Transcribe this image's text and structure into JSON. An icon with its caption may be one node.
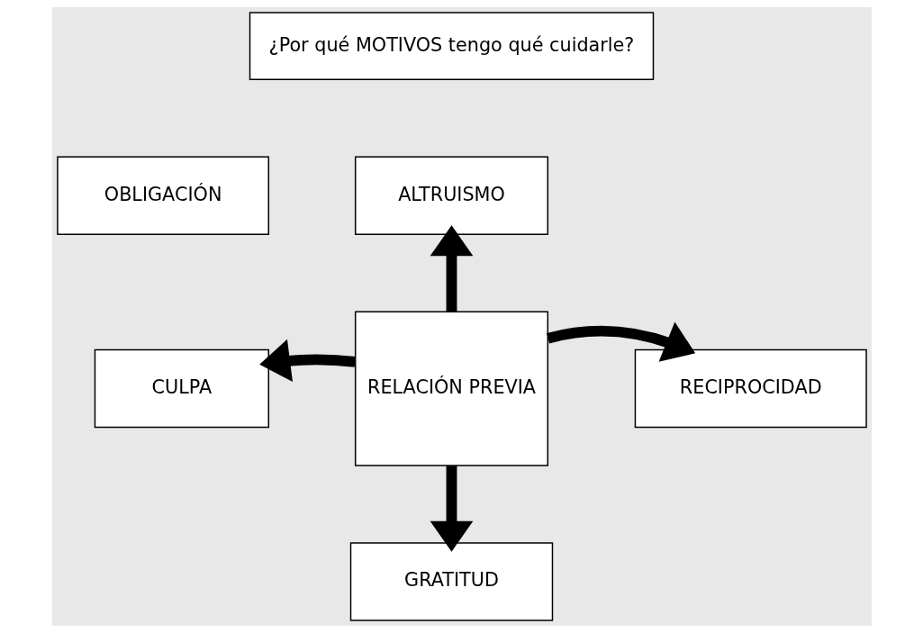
{
  "diagram": {
    "nodes": [
      {
        "text": [
          "¿Por qué MOTIVOS tengo qué cuidarle?"
        ]
      },
      {
        "text": [
          "ALTRUISMO"
        ]
      },
      {
        "text": [
          "OBLIGACIÓN"
        ]
      },
      {
        "text": [
          "CULPA"
        ]
      },
      {
        "text": [
          "RELACIÓN PREVIA"
        ]
      },
      {
        "text": [
          "RECIPROCIDAD"
        ]
      },
      {
        "text": [
          "GRATITUD"
        ]
      }
    ],
    "edges": [
      {
        "from": 4,
        "to": 1,
        "arrow": "to"
      },
      {
        "from": 4,
        "to": 3,
        "arrow": "to"
      },
      {
        "from": 4,
        "to": 5,
        "arrow": "to"
      },
      {
        "from": 4,
        "to": 6,
        "arrow": "to"
      }
    ]
  }
}
